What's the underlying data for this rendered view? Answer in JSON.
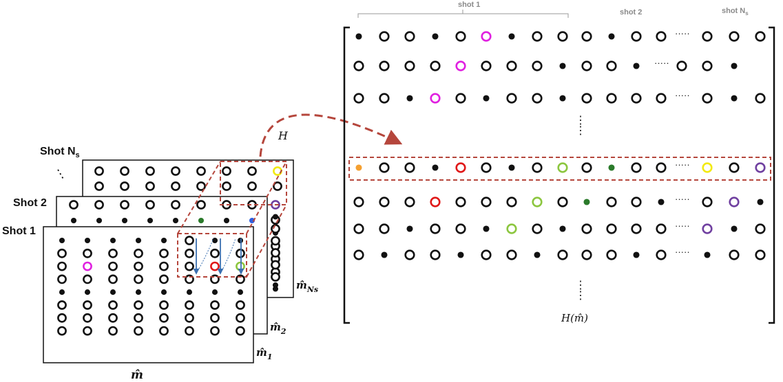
{
  "labels": {
    "shot_ns": "Shot N",
    "shot_ns_sub": "s",
    "shot_2": "Shot 2",
    "shot_1": "Shot 1",
    "left_dots": "⋮",
    "m_hat_ns": "m̂",
    "m_hat_ns_sub": "Ns",
    "m_hat_2": "m̂",
    "m_hat_2_sub": "2",
    "m_hat_1": "m̂",
    "m_hat_1_sub": "1",
    "m_hat": "m̂",
    "operator_h": "H",
    "h_of_m": "H(m̂)"
  },
  "matrix_headers": {
    "shot_1": "shot 1",
    "shot_2": "shot 2",
    "shot_ns": "shot N",
    "shot_ns_sub": "s"
  },
  "colors": {
    "frame_dash": "#b5463c",
    "arrow_blue": "#3a6fb0",
    "orange": "#f5a030",
    "red": "#e01818",
    "light_green": "#8cc63f",
    "dark_green": "#2a7a2a",
    "yellow": "#f2ea10",
    "purple": "#7040a0",
    "magenta": "#e020e0",
    "blue": "#3060e0"
  },
  "matrix_rows": [
    [
      "f",
      "o",
      "o",
      "f",
      "o",
      "m",
      "f",
      "o",
      "o",
      "o",
      "f",
      "o",
      "o",
      "c",
      "o",
      "o",
      "o"
    ],
    [
      "o",
      "o",
      "o",
      "o",
      "m",
      "o",
      "o",
      "o",
      "f",
      "o",
      "o",
      "f",
      "c",
      "o",
      "o",
      "f"
    ],
    [
      "o",
      "o",
      "f",
      "m",
      "o",
      "f",
      "o",
      "o",
      "f",
      "o",
      "o",
      "o",
      "o",
      "c",
      "o",
      "f",
      "o"
    ],
    [
      "Y",
      "o",
      "o",
      "f",
      "R",
      "o",
      "f",
      "o",
      "G",
      "o",
      "D",
      "o",
      "o",
      "c",
      "y",
      "o",
      "p"
    ],
    [
      "o",
      "o",
      "o",
      "r",
      "o",
      "o",
      "o",
      "g",
      "o",
      "D",
      "o",
      "o",
      "f",
      "c",
      "o",
      "p",
      "f"
    ],
    [
      "o",
      "o",
      "f",
      "o",
      "o",
      "f",
      "g",
      "o",
      "f",
      "o",
      "o",
      "o",
      "o",
      "c",
      "p",
      "f",
      "o"
    ],
    [
      "o",
      "f",
      "o",
      "o",
      "f",
      "o",
      "o",
      "f",
      "o",
      "o",
      "o",
      "f",
      "o",
      "c",
      "f",
      "o",
      "o"
    ]
  ],
  "shot1_grid": [
    [
      "f",
      "f",
      "f",
      "f",
      "f",
      "o",
      "f",
      "f"
    ],
    [
      "o",
      "o",
      "o",
      "o",
      "o",
      "o",
      "o",
      "o"
    ],
    [
      "o",
      "m",
      "o",
      "o",
      "o",
      "o",
      "r",
      "g"
    ],
    [
      "o",
      "o",
      "o",
      "o",
      "o",
      "o",
      "o",
      "o"
    ],
    [
      "f",
      "f",
      "f",
      "f",
      "f",
      "f",
      "f",
      "f"
    ],
    [
      "o",
      "o",
      "o",
      "o",
      "o",
      "o",
      "o",
      "o"
    ],
    [
      "o",
      "o",
      "o",
      "o",
      "o",
      "o",
      "o",
      "o"
    ],
    [
      "o",
      "o",
      "o",
      "o",
      "o",
      "o",
      "o",
      "o"
    ]
  ],
  "shot2_grid": [
    [
      "o",
      "o",
      "o",
      "o",
      "o",
      "o",
      "o",
      "o"
    ],
    [
      "f",
      "f",
      "f",
      "f",
      "f",
      "D",
      "f",
      "B"
    ]
  ],
  "shot2_right_col": [
    "p",
    "f",
    "o",
    "o",
    "o",
    "o",
    "o",
    "f"
  ],
  "shotns_grid": [
    [
      "o",
      "o",
      "o",
      "o",
      "o",
      "o",
      "o",
      "y"
    ],
    [
      "o",
      "o",
      "o",
      "o",
      "o",
      "o",
      "o",
      "o"
    ]
  ],
  "shotns_right_col": [
    "o",
    "f",
    "o",
    "o",
    "o",
    "f"
  ]
}
